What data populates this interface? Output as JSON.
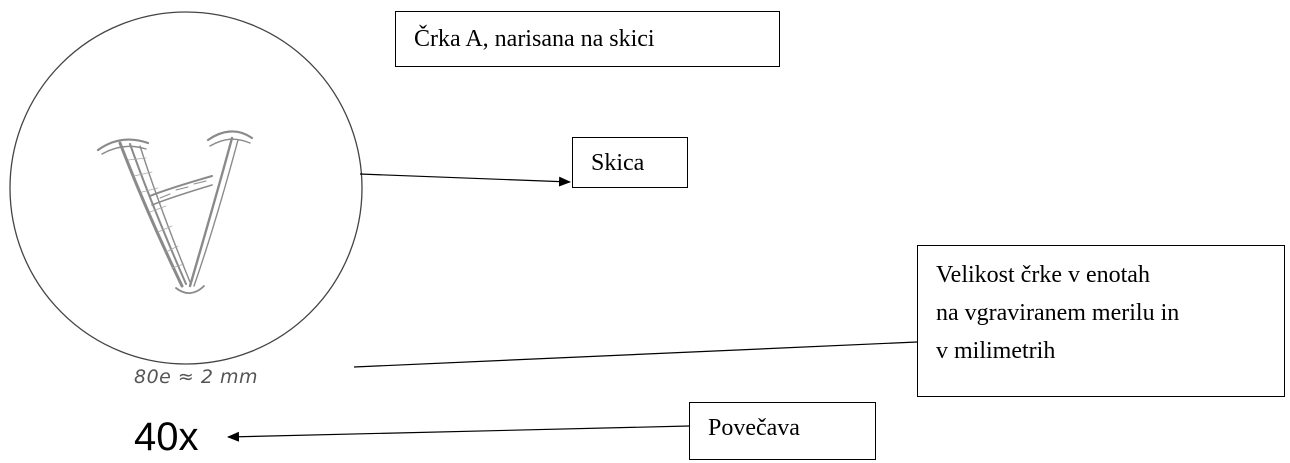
{
  "diagram": {
    "title_box": "Črka A, narisana na skici",
    "sketch_label": "Skica",
    "size_label_lines": [
      "Velikost črke v enotah",
      "na vgraviranem merilu in",
      "v milimetrih"
    ],
    "magnification_label": "Povečava",
    "magnification_value": "40x",
    "scale_note": "80e ≈ 2 mm",
    "sketch_letter": "A (inverted)"
  }
}
